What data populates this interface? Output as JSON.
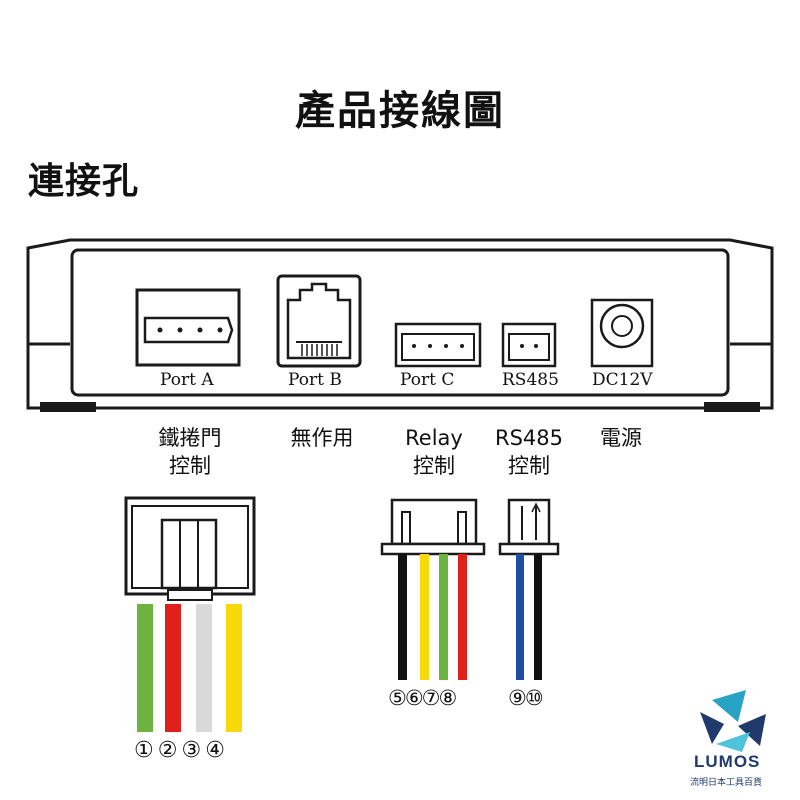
{
  "title": "產品接線圖",
  "subtitle": "連接孔",
  "ports": [
    {
      "label": "Port A",
      "caption_1": "鐵捲門",
      "caption_2": "控制"
    },
    {
      "label": "Port B",
      "caption_1": "無作用",
      "caption_2": ""
    },
    {
      "label": "Port C",
      "caption_1": "Relay",
      "caption_2": "控制"
    },
    {
      "label": "RS485",
      "caption_1": "RS485",
      "caption_2": "控制"
    },
    {
      "label": "DC12V",
      "caption_1": "電源",
      "caption_2": ""
    }
  ],
  "wires": {
    "port_a": {
      "colors": [
        "#6db33f",
        "#e0201b",
        "#d9d9d9",
        "#f5d90a"
      ],
      "numbers": [
        "①",
        "②",
        "③",
        "④"
      ]
    },
    "port_c": {
      "colors": [
        "#111111",
        "#f5d90a",
        "#6db33f",
        "#e0201b"
      ],
      "numbers": [
        "⑤",
        "⑥",
        "⑦",
        "⑧"
      ]
    },
    "rs485": {
      "colors": [
        "#1d4f9c",
        "#111111"
      ],
      "numbers": [
        "⑨",
        "⑩"
      ]
    }
  },
  "logo": {
    "name": "LUMOS",
    "tagline": "流明日本工具百貨"
  }
}
